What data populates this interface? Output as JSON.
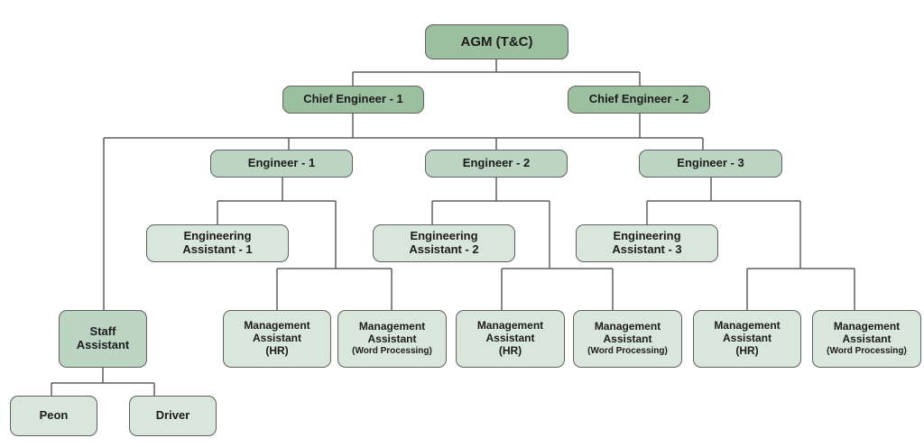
{
  "diagram": {
    "type": "org-chart",
    "colors": {
      "top_level_fill": "#9bbf9f",
      "mid_level_fill": "#bcd5c2",
      "leaf_fill": "#d8e6dc",
      "border": "#5f5f5f",
      "connector": "#5f5f5f",
      "text": "#1c1c1c"
    },
    "nodes": {
      "agm": {
        "label": "AGM (T&C)"
      },
      "ce1": {
        "label": "Chief Engineer - 1"
      },
      "ce2": {
        "label": "Chief Engineer - 2"
      },
      "e1": {
        "label": "Engineer - 1"
      },
      "e2": {
        "label": "Engineer - 2"
      },
      "e3": {
        "label": "Engineer - 3"
      },
      "ea1": {
        "line1": "Engineering",
        "line2": "Assistant - 1"
      },
      "ea2": {
        "line1": "Engineering",
        "line2": "Assistant - 2"
      },
      "ea3": {
        "line1": "Engineering",
        "line2": "Assistant - 3"
      },
      "sa": {
        "line1": "Staff",
        "line2": "Assistant"
      },
      "peon": {
        "label": "Peon"
      },
      "driver": {
        "label": "Driver"
      },
      "ma1hr": {
        "line1": "Management",
        "line2": "Assistant",
        "line3": "(HR)"
      },
      "ma1wp": {
        "line1": "Management",
        "line2": "Assistant",
        "line3": "(Word Processing)"
      },
      "ma2hr": {
        "line1": "Management",
        "line2": "Assistant",
        "line3": "(HR)"
      },
      "ma2wp": {
        "line1": "Management",
        "line2": "Assistant",
        "line3": "(Word Processing)"
      },
      "ma3hr": {
        "line1": "Management",
        "line2": "Assistant",
        "line3": "(HR)"
      },
      "ma3wp": {
        "line1": "Management",
        "line2": "Assistant",
        "line3": "(Word Processing)"
      }
    },
    "edges": [
      [
        "agm",
        "ce1"
      ],
      [
        "agm",
        "ce2"
      ],
      [
        "ce1",
        "sa"
      ],
      [
        "ce1",
        "e1"
      ],
      [
        "ce1",
        "e2"
      ],
      [
        "ce1",
        "e3"
      ],
      [
        "ce2",
        "e1"
      ],
      [
        "ce2",
        "e2"
      ],
      [
        "ce2",
        "e3"
      ],
      [
        "e1",
        "ea1"
      ],
      [
        "e1",
        "ma1hr"
      ],
      [
        "e1",
        "ma1wp"
      ],
      [
        "e2",
        "ea2"
      ],
      [
        "e2",
        "ma2hr"
      ],
      [
        "e2",
        "ma2wp"
      ],
      [
        "e3",
        "ea3"
      ],
      [
        "e3",
        "ma3hr"
      ],
      [
        "e3",
        "ma3wp"
      ],
      [
        "sa",
        "peon"
      ],
      [
        "sa",
        "driver"
      ]
    ]
  }
}
